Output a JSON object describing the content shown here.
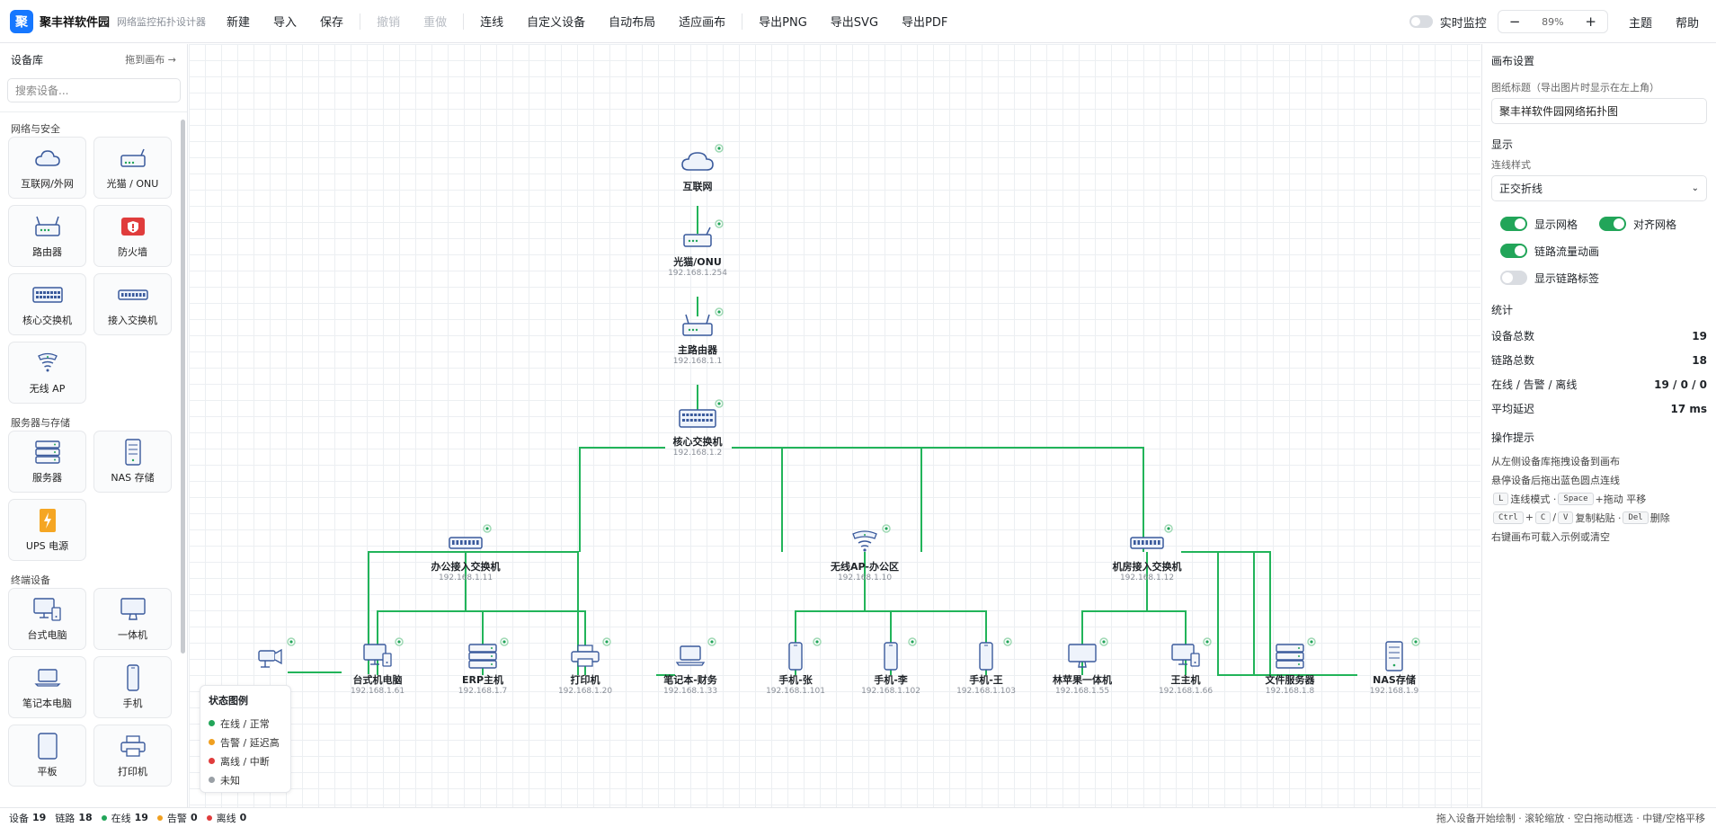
{
  "app": {
    "logo": "聚",
    "name": "聚丰祥软件园",
    "subtitle": "网络监控拓扑设计器"
  },
  "toolbar": {
    "new": "新建",
    "import": "导入",
    "save": "保存",
    "undo": "撤销",
    "redo": "重做",
    "connect": "连线",
    "custom_device": "自定义设备",
    "auto_layout": "自动布局",
    "fit_canvas": "适应画布",
    "export_png": "导出PNG",
    "export_svg": "导出SVG",
    "export_pdf": "导出PDF",
    "live_monitor": "实时监控",
    "zoom_minus": "−",
    "zoom_value": "89%",
    "zoom_plus": "+",
    "theme": "主题",
    "help": "帮助"
  },
  "sidebar": {
    "title": "设备库",
    "drag_hint": "拖到画布 →",
    "search_placeholder": "搜索设备...",
    "categories": [
      {
        "name": "网络与安全",
        "items": [
          "互联网/外网",
          "光猫 / ONU",
          "路由器",
          "防火墙",
          "核心交换机",
          "接入交换机",
          "无线 AP"
        ]
      },
      {
        "name": "服务器与存储",
        "items": [
          "服务器",
          "NAS 存储",
          "UPS 电源"
        ]
      },
      {
        "name": "终端设备",
        "items": [
          "台式电脑",
          "一体机",
          "笔记本电脑",
          "手机",
          "平板",
          "打印机"
        ]
      }
    ]
  },
  "topology": {
    "nodes": [
      {
        "label": "互联网",
        "ip": ""
      },
      {
        "label": "光猫/ONU",
        "ip": "192.168.1.254"
      },
      {
        "label": "主路由器",
        "ip": "192.168.1.1"
      },
      {
        "label": "核心交换机",
        "ip": "192.168.1.2"
      },
      {
        "label": "办公接入交换机",
        "ip": "192.168.1.11"
      },
      {
        "label": "无线AP-办公区",
        "ip": "192.168.1.10"
      },
      {
        "label": "机房接入交换机",
        "ip": "192.168.1.12"
      },
      {
        "label": "台式机电脑",
        "ip": "192.168.1.61"
      },
      {
        "label": "ERP主机",
        "ip": "192.168.1.7"
      },
      {
        "label": "打印机",
        "ip": "192.168.1.20"
      },
      {
        "label": "笔记本-财务",
        "ip": "192.168.1.33"
      },
      {
        "label": "手机-张",
        "ip": "192.168.1.101"
      },
      {
        "label": "手机-李",
        "ip": "192.168.1.102"
      },
      {
        "label": "手机-王",
        "ip": "192.168.1.103"
      },
      {
        "label": "林苹果一体机",
        "ip": "192.168.1.55"
      },
      {
        "label": "王主机",
        "ip": "192.168.1.66"
      },
      {
        "label": "文件服务器",
        "ip": "192.168.1.8"
      },
      {
        "label": "NAS存储",
        "ip": "192.168.1.9"
      },
      {
        "label": "",
        "ip": ""
      }
    ],
    "colors": {
      "link": "#22b45a",
      "online": "#22a559",
      "warning": "#f0a020",
      "offline": "#e03c3c",
      "unknown": "#9aa0a6"
    }
  },
  "legend": {
    "title": "状态图例",
    "items": [
      "在线 / 正常",
      "告警 / 延迟高",
      "离线 / 中断",
      "未知"
    ]
  },
  "right_panel": {
    "title": "画布设置",
    "paper_title_label": "图纸标题（导出图片时显示在左上角）",
    "paper_title_value": "聚丰祥软件园网络拓扑图",
    "display_label": "显示",
    "line_style_label": "连线样式",
    "line_style_value": "正交折线",
    "toggles": {
      "show_grid": "显示网格",
      "snap_grid": "对齐网格",
      "flow_anim": "链路流量动画",
      "link_labels": "显示链路标签"
    },
    "stats_title": "统计",
    "stats": [
      {
        "k": "设备总数",
        "v": "19"
      },
      {
        "k": "链路总数",
        "v": "18"
      },
      {
        "k": "在线 / 告警 / 离线",
        "v": "19 / 0 / 0"
      },
      {
        "k": "平均延迟",
        "v": "17 ms"
      }
    ],
    "tips_title": "操作提示",
    "tips": {
      "t1": "从左侧设备库拖拽设备到画布",
      "t2": "悬停设备后拖出蓝色圆点连线",
      "k_l": "L",
      "t3a": "连线模式 ·",
      "k_space": "Space",
      "t3b": "+拖动 平移",
      "k_ctrl": "Ctrl",
      "plus": "+",
      "k_c": "C",
      "slash": "/",
      "k_v": "V",
      "t4a": "复制粘贴 ·",
      "k_del": "Del",
      "t4b": "删除",
      "t5": "右键画布可载入示例或清空"
    }
  },
  "statusbar": {
    "devices_label": "设备",
    "devices": "19",
    "links_label": "链路",
    "links": "18",
    "online_label": "在线",
    "online": "19",
    "warn_label": "告警",
    "warn": "0",
    "offline_label": "离线",
    "offline": "0",
    "hint": "拖入设备开始绘制 · 滚轮缩放 · 空白拖动框选 · 中键/空格平移"
  }
}
